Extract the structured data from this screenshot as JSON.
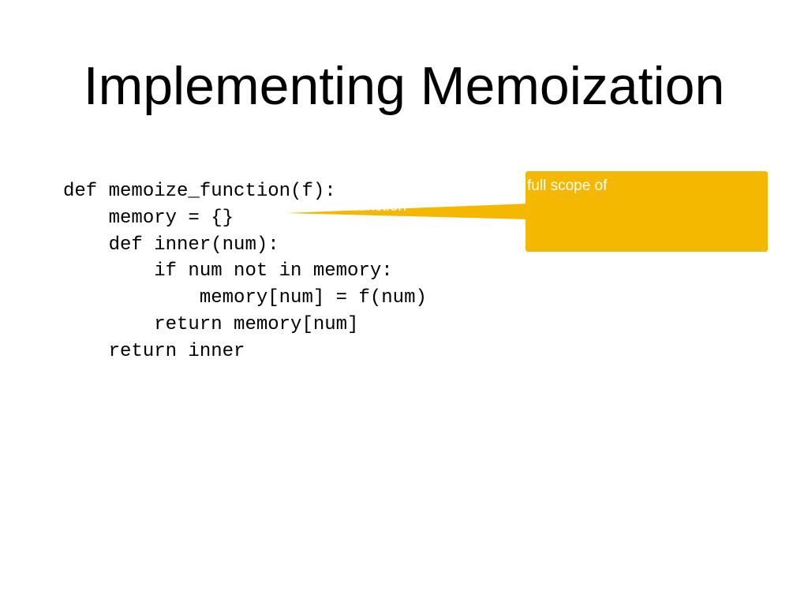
{
  "slide": {
    "title": "Implementing Memoization",
    "code_lines": [
      "def memoize_function(f):",
      "    memory = {}",
      "    def inner(num):",
      "        if num not in memory:",
      "            memory[num] = f(num)",
      "        return memory[num]",
      "    return inner"
    ],
    "callout": {
      "text": "full scope of",
      "pointer_text": "memoize function",
      "color": "#F4B800",
      "text_color": "#FFFFFF"
    }
  }
}
